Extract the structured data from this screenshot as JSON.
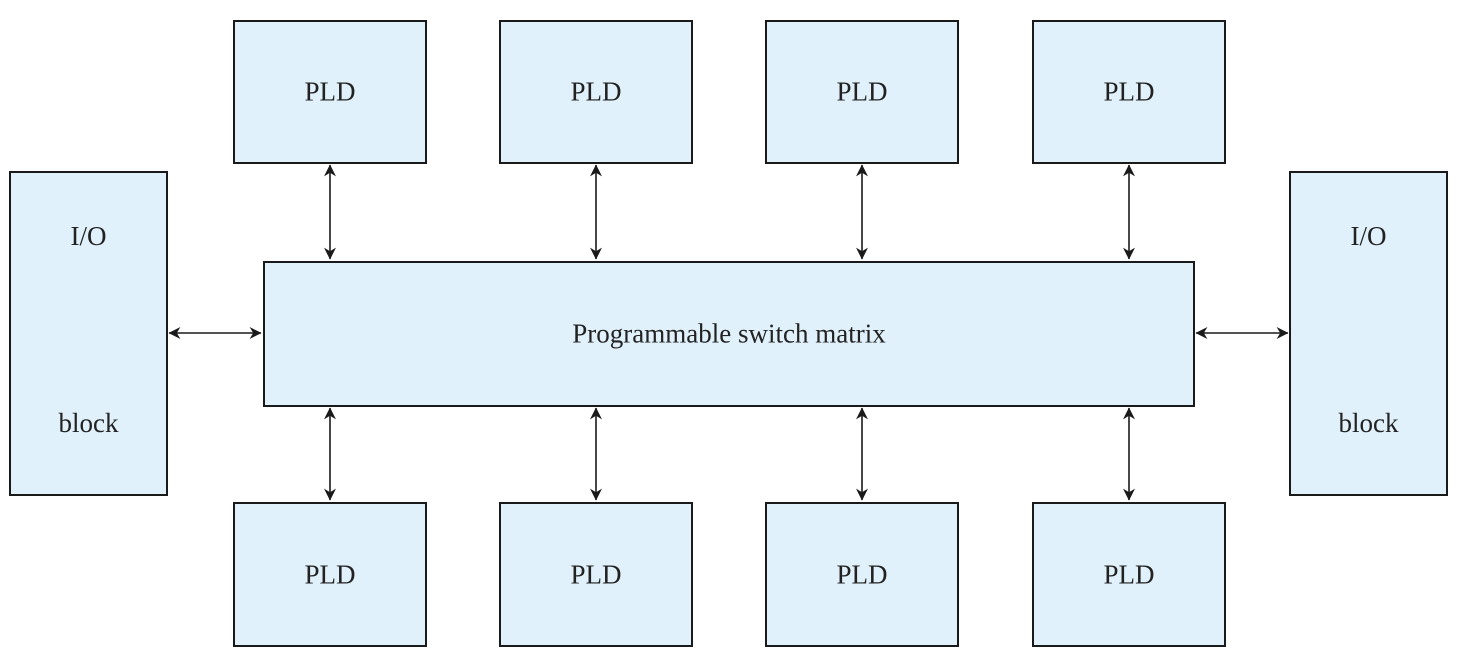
{
  "diagram": {
    "pld_top": [
      {
        "label": "PLD"
      },
      {
        "label": "PLD"
      },
      {
        "label": "PLD"
      },
      {
        "label": "PLD"
      }
    ],
    "pld_bottom": [
      {
        "label": "PLD"
      },
      {
        "label": "PLD"
      },
      {
        "label": "PLD"
      },
      {
        "label": "PLD"
      }
    ],
    "io_left": {
      "line1": "I/O",
      "line2": "block"
    },
    "io_right": {
      "line1": "I/O",
      "line2": "block"
    },
    "matrix": {
      "label": "Programmable switch matrix"
    },
    "colors": {
      "box_fill": "#e0f1fb",
      "border": "#1a1a1a",
      "arrow": "#1a1a1a"
    }
  }
}
